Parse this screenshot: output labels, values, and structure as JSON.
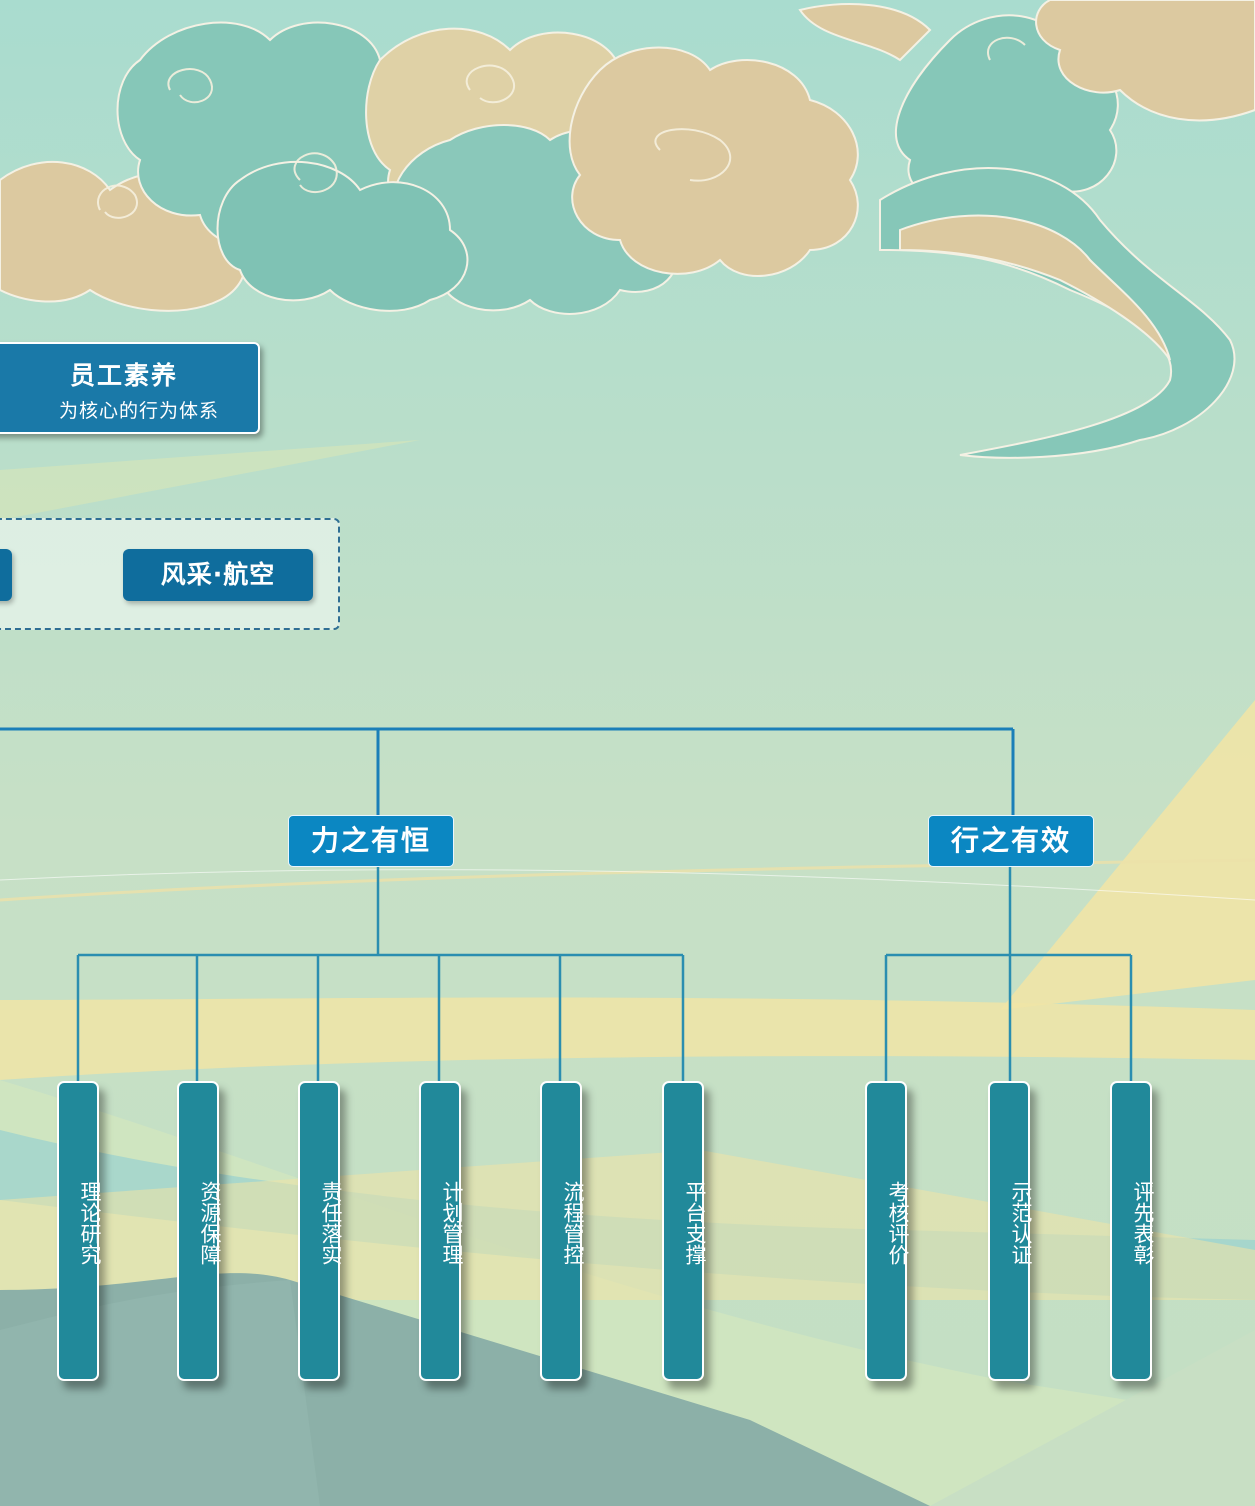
{
  "header_box": {
    "title": "员工素养",
    "subtitle": "为核心的行为体系"
  },
  "dash_group": {
    "right_label": "风采·航空"
  },
  "groups": [
    {
      "label": "力之有恒",
      "items": [
        "理论研究",
        "资源保障",
        "责任落实",
        "计划管理",
        "流程管控",
        "平台支撑"
      ]
    },
    {
      "label": "行之有效",
      "items": [
        "考核评价",
        "示范认证",
        "评先表彰"
      ]
    }
  ],
  "colors": {
    "line": "#1a7fb8",
    "head": "#0b87c2",
    "bar": "#21899a",
    "cloud_teal": "#86c7b8",
    "cloud_sand": "#dccaa0"
  }
}
